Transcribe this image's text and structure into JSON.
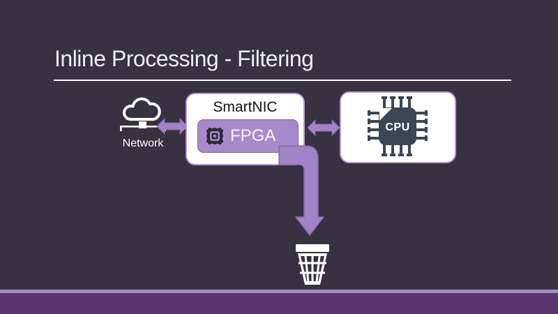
{
  "slide": {
    "title": "Inline Processing - Filtering",
    "diagram": {
      "network": {
        "label": "Network",
        "icon": "cloud-network-icon"
      },
      "smartnic": {
        "label": "SmartNIC",
        "fpga": {
          "label": "FPGA",
          "icon": "fpga-chip-icon"
        }
      },
      "cpu": {
        "label": "CPU",
        "icon": "cpu-chip-icon"
      },
      "arrows": {
        "network_smartnic": "bidirectional",
        "smartnic_cpu": "bidirectional",
        "fpga_to_trash": "down-elbow"
      },
      "trash": {
        "icon": "trash-basket-icon"
      }
    },
    "colors": {
      "background": "#363240",
      "title_text": "#efeef2",
      "box_fill": "#ffffff",
      "box_border": "#b99bd6",
      "arrow_purple": "#a283c7",
      "arrow_edge": "#8a68b0",
      "fpga_fill": "#a78acb",
      "chip_dark": "#3d4653",
      "bottom_bar": "#5a356f",
      "bottom_accent_line": "#a78cc2"
    }
  }
}
